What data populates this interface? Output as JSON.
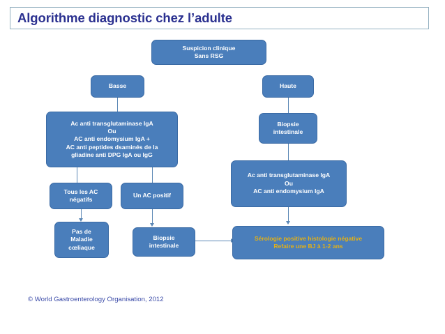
{
  "title": {
    "text": "Algorithme diagnostic chez l’adulte",
    "color": "#2b3190"
  },
  "diagram": {
    "type": "flowchart",
    "theme": {
      "node_fill": "#4a7ebb",
      "node_border": "#3a6aa4",
      "node_text": "#ffffff",
      "highlight_text": "#e3b016",
      "connector": "#5b87b5",
      "background": "#ffffff"
    },
    "nodes": [
      {
        "id": "suspicion",
        "label": "Suspicion clinique\nSans RSG",
        "style": "default"
      },
      {
        "id": "basse",
        "label": "Basse",
        "style": "default"
      },
      {
        "id": "haute",
        "label": "Haute",
        "style": "default"
      },
      {
        "id": "serologie-basse",
        "label": "Ac anti transglutaminase IgA\nOu\nAC anti endomysium IgA +\nAC anti peptides dsaminés de la\ngliadine anti DPG  IgA ou IgG",
        "style": "default"
      },
      {
        "id": "biopsie-haute",
        "label": "Biopsie\nintestinale",
        "style": "default"
      },
      {
        "id": "tous-ac-negatifs",
        "label": "Tous les AC\nnégatifs",
        "style": "default"
      },
      {
        "id": "un-ac-positif",
        "label": "Un AC positif",
        "style": "default"
      },
      {
        "id": "serologie-haute",
        "label": "Ac anti transglutaminase IgA\nOu\nAC anti endomysium IgA",
        "style": "default"
      },
      {
        "id": "pas-de-maladie",
        "label": "Pas de\nMaladie\ncœliaque",
        "style": "default"
      },
      {
        "id": "biopsie-basse",
        "label": "Biopsie\nintestinale",
        "style": "default"
      },
      {
        "id": "serologie-positive",
        "label": "Sérologie positive histologie négative\nRefaire une BJ à 1-2 ans",
        "style": "gold"
      }
    ],
    "edges": [
      {
        "from": "basse",
        "to": "serologie-basse",
        "kind": "line"
      },
      {
        "from": "haute",
        "to": "biopsie-haute",
        "kind": "line"
      },
      {
        "from": "biopsie-haute",
        "to": "serologie-haute",
        "kind": "line"
      },
      {
        "from": "serologie-basse",
        "to": "tous-ac-negatifs",
        "kind": "line"
      },
      {
        "from": "serologie-basse",
        "to": "un-ac-positif",
        "kind": "line"
      },
      {
        "from": "tous-ac-negatifs",
        "to": "pas-de-maladie",
        "kind": "arrow-down"
      },
      {
        "from": "un-ac-positif",
        "to": "biopsie-basse",
        "kind": "arrow-down"
      },
      {
        "from": "serologie-haute",
        "to": "serologie-positive",
        "kind": "arrow-down"
      },
      {
        "from": "biopsie-basse",
        "to": "serologie-positive",
        "kind": "arrow-right"
      }
    ]
  },
  "footer": {
    "text": "© World Gastroenterology Organisation, 2012",
    "color": "#3b4ba8"
  }
}
